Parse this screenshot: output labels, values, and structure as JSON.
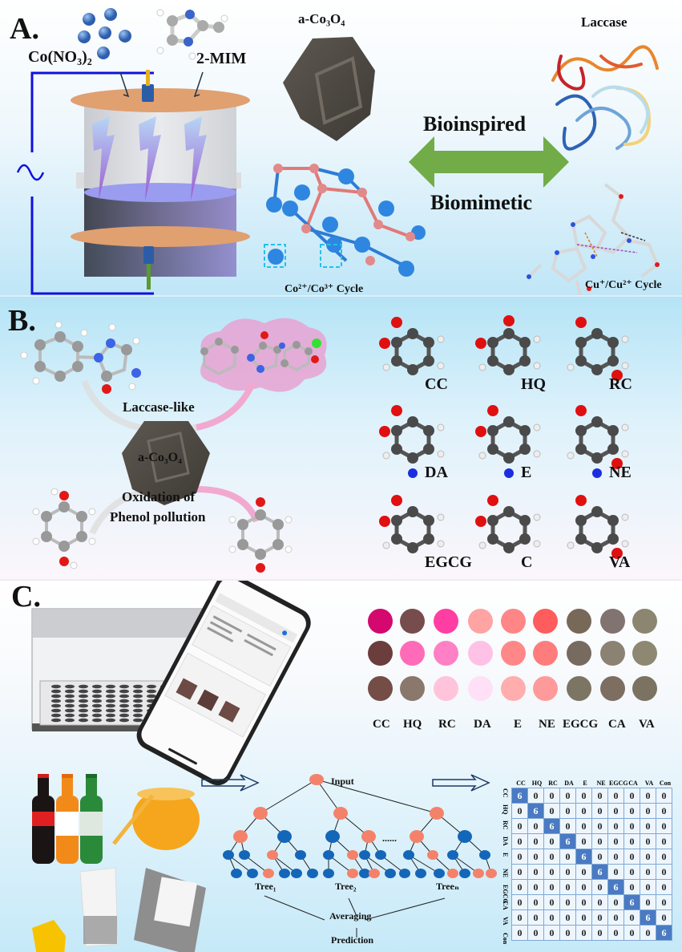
{
  "panelA": {
    "label": "A.",
    "precursor_metal": "Co(NO₃)₂",
    "precursor_ligand": "2-MIM",
    "material_title": "a-Co₃O₄",
    "enzyme_title": "Laccase",
    "arrow_top": "Bioinspired",
    "arrow_bottom": "Biomimetic",
    "material_cycle": "Co²⁺/Co³⁺ Cycle",
    "enzyme_cycle": "Cu⁺/Cu²⁺ Cycle",
    "icons": [
      "cobalt-ions-icon",
      "imidazole-molecule-icon",
      "reactor-vessel-icon",
      "lightning-bolt-icon",
      "ac-power-icon",
      "nanoparticle-icon",
      "crystal-lattice-icon",
      "protein-ribbon-icon",
      "active-site-icon",
      "double-arrow-icon"
    ]
  },
  "panelB": {
    "label": "B.",
    "reaction": "Laccase-like",
    "material": "a-Co₃O₄",
    "oxidation_line1": "Oxidation of",
    "oxidation_line2": "Phenol pollution",
    "compounds": [
      {
        "abbr": "CC"
      },
      {
        "abbr": "HQ"
      },
      {
        "abbr": "RC"
      },
      {
        "abbr": "DA"
      },
      {
        "abbr": "E"
      },
      {
        "abbr": "NE"
      },
      {
        "abbr": "EGCG"
      },
      {
        "abbr": "C"
      },
      {
        "abbr": "VA"
      }
    ]
  },
  "panelC": {
    "label": "C.",
    "swatch_labels": [
      "CC",
      "HQ",
      "RC",
      "DA",
      "E",
      "NE",
      "EGCG",
      "CA",
      "VA"
    ],
    "swatch_colors": [
      [
        "#d4086e",
        "#764d4c",
        "#ff3ea3",
        "#ffa3a3",
        "#ff8586",
        "#ff5c5d",
        "#786858",
        "#817370",
        "#8c8670"
      ],
      [
        "#6b3d3d",
        "#ff6bb8",
        "#ff80c4",
        "#ffc1e6",
        "#ff8788",
        "#ff7c7d",
        "#776a5e",
        "#8c8274",
        "#8e8872"
      ],
      [
        "#744d47",
        "#8a786c",
        "#ffc4da",
        "#ffe0f7",
        "#ffadad",
        "#ff9a9b",
        "#7c7563",
        "#7e6e62",
        "#7b7262"
      ]
    ],
    "tree": {
      "input": "Input",
      "trees": [
        "Tree₁",
        "Tree₂",
        "Treeₙ"
      ],
      "ellipsis": "......",
      "averaging": "Averaging",
      "prediction": "Prediction"
    },
    "confusion_matrix": {
      "columns": [
        "CC",
        "HQ",
        "RC",
        "DA",
        "E",
        "NE",
        "EGCG",
        "CA",
        "VA",
        "Con"
      ],
      "rows": [
        "CC",
        "HQ",
        "RC",
        "DA",
        "E",
        "NE",
        "EGCG",
        "CA",
        "VA",
        "Con"
      ],
      "diagonal_value": 6,
      "off_diagonal_value": 0
    },
    "samples": [
      "cola-bottle",
      "fanta-bottle",
      "sprite-bottle",
      "honey-jar",
      "tea-bag",
      "drip-bag"
    ]
  }
}
